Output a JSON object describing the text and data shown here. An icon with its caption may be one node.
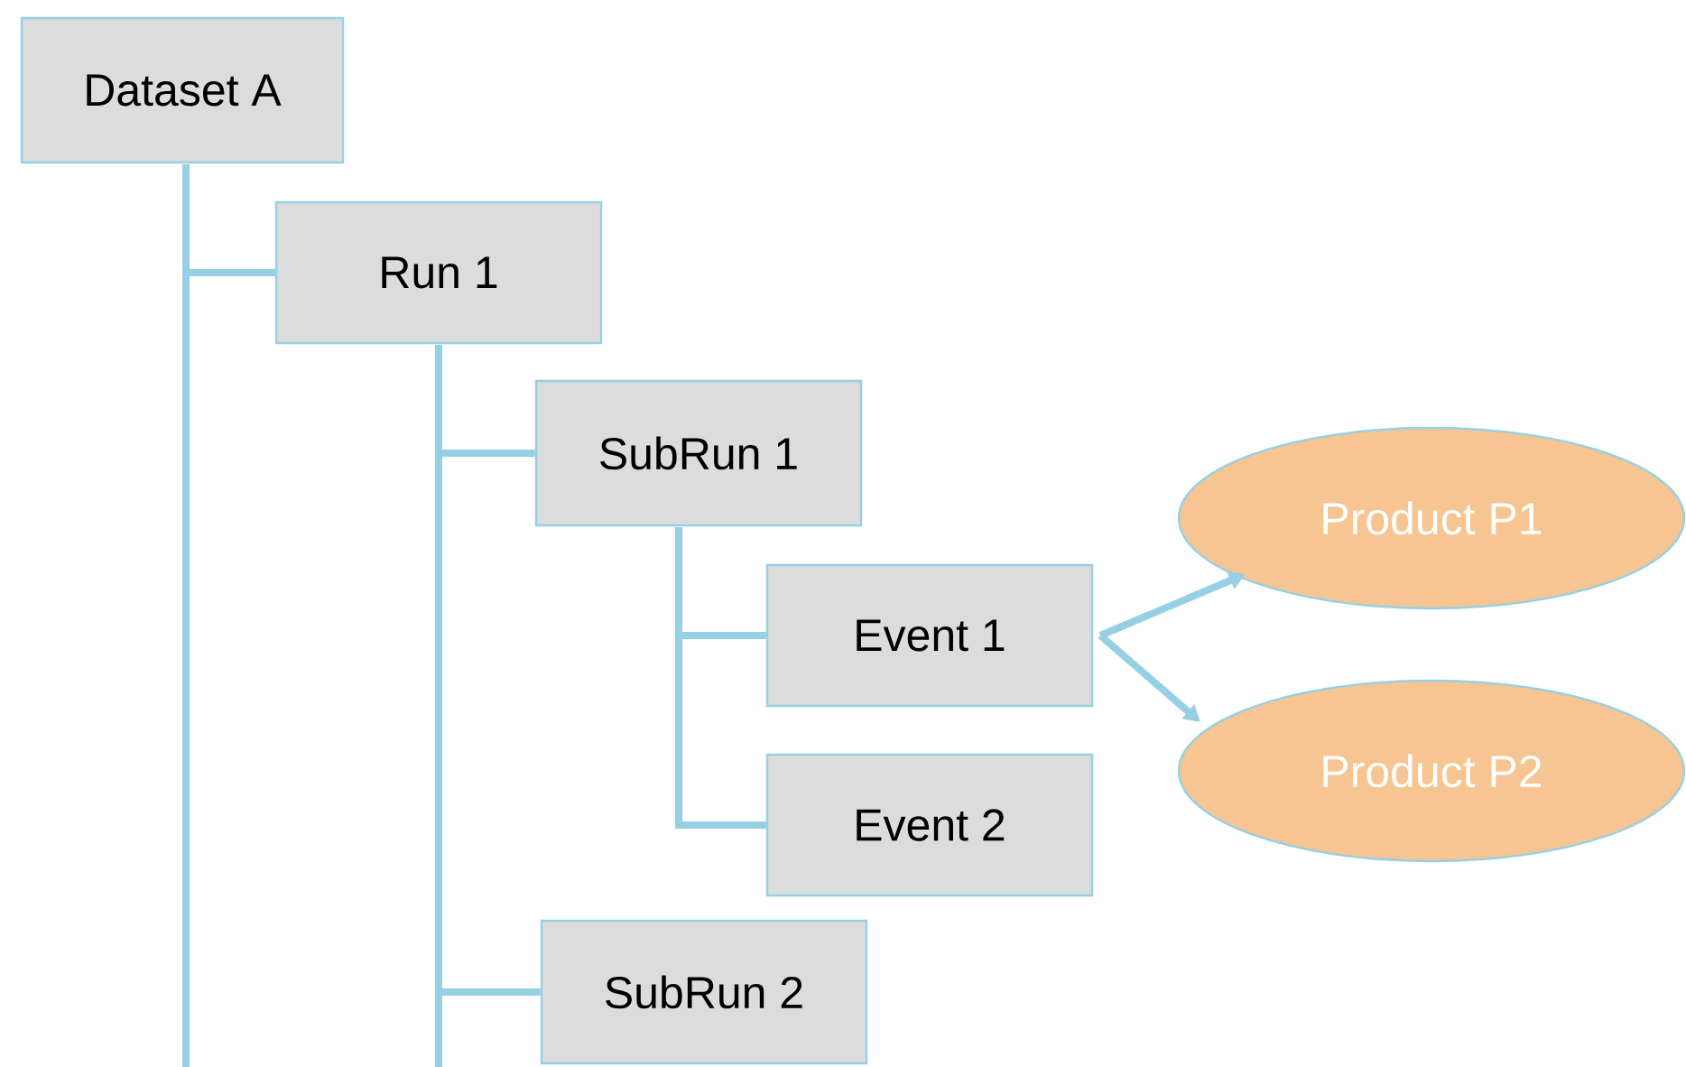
{
  "diagram": {
    "nodes": [
      {
        "text": [
          "Dataset A"
        ]
      },
      {
        "text": [
          "Run 1"
        ]
      },
      {
        "text": [
          "SubRun 1"
        ]
      },
      {
        "text": [
          "Event 1"
        ]
      },
      {
        "text": [
          "Event 2"
        ]
      },
      {
        "text": [
          "SubRun 2"
        ]
      },
      {
        "text": [
          "Product P1"
        ]
      },
      {
        "text": [
          "Product P2"
        ]
      }
    ],
    "edges": [
      {
        "from": 0,
        "to": 1,
        "arrow": "none"
      },
      {
        "from": 0,
        "to": null,
        "arrow": "none"
      },
      {
        "from": 1,
        "to": 2,
        "arrow": "none"
      },
      {
        "from": 1,
        "to": 5,
        "arrow": "none"
      },
      {
        "from": 1,
        "to": null,
        "arrow": "none"
      },
      {
        "from": 2,
        "to": 3,
        "arrow": "none"
      },
      {
        "from": 2,
        "to": 4,
        "arrow": "none"
      },
      {
        "from": 3,
        "to": 6,
        "arrow": "to"
      },
      {
        "from": 3,
        "to": 7,
        "arrow": "to"
      }
    ]
  }
}
